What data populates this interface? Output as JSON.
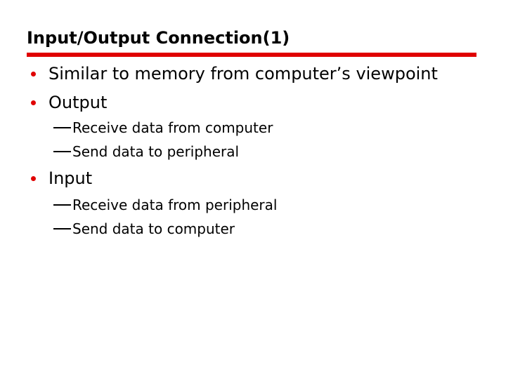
{
  "slide": {
    "title": "Input/Output Connection(1)",
    "accent_color": "#e00000",
    "bullets": [
      {
        "text": "Similar to memory from computer’s viewpoint",
        "subitems": []
      },
      {
        "text": "Output",
        "subitems": [
          "Receive data from computer",
          "Send data to peripheral"
        ]
      },
      {
        "text": "Input",
        "subitems": [
          "Receive data from peripheral",
          "Send data to computer"
        ]
      }
    ]
  }
}
